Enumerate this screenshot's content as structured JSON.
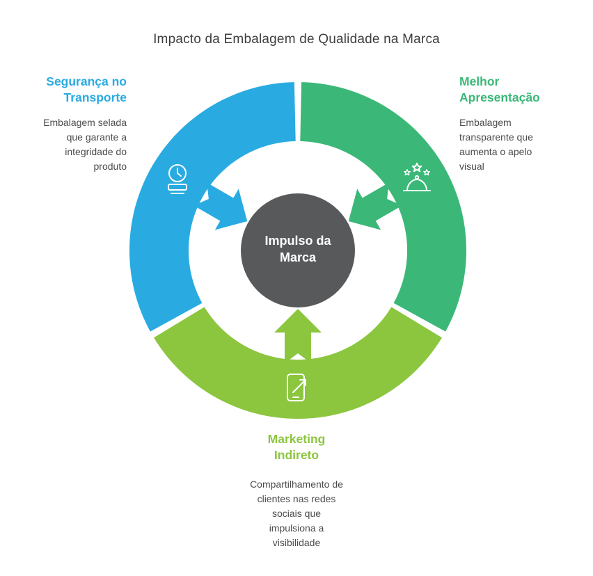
{
  "title": "Impacto da Embalagem de Qualidade na Marca",
  "center": {
    "label": "Impulso da Marca",
    "color": "#58595b"
  },
  "segments": [
    {
      "name": "seguranca-no-transporte",
      "heading": "Segurança no Transporte",
      "body": "Embalagem selada que garante a integridade do produto",
      "color": "#29abe2",
      "icon": "clock-stand-icon"
    },
    {
      "name": "melhor-apresentacao",
      "heading": "Melhor Apresentação",
      "body": "Embalagem transparente que aumenta o apelo visual",
      "color": "#3bb878",
      "icon": "cloche-stars-icon"
    },
    {
      "name": "marketing-indireto",
      "heading": "Marketing Indireto",
      "body": "Compartilhamento de clientes nas redes sociais que impulsiona a visibilidade",
      "color": "#8cc63f",
      "icon": "phone-growth-icon"
    }
  ]
}
